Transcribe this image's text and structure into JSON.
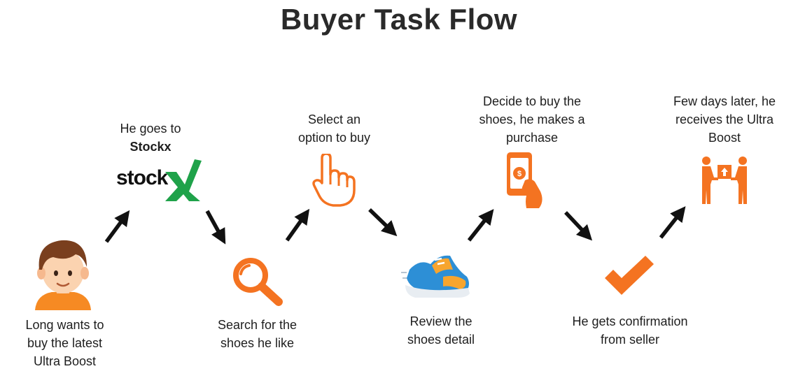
{
  "title": "Buyer Task Flow",
  "accent_color": "#f47321",
  "stockx_green": "#1fa24a",
  "steps": [
    {
      "lines": [
        "Long wants to",
        "buy the latest",
        "Ultra Boost"
      ],
      "icon": "person-avatar-icon"
    },
    {
      "lines": [
        "He goes to"
      ],
      "bold_line": "Stockx",
      "logo_text": "stock",
      "logo_mark": "X",
      "icon": "stockx-logo"
    },
    {
      "lines": [
        "Search for the",
        "shoes he like"
      ],
      "icon": "magnifier-icon"
    },
    {
      "lines": [
        "Select an",
        "option to buy"
      ],
      "icon": "pointing-hand-icon"
    },
    {
      "lines": [
        "Review the",
        "shoes detail"
      ],
      "icon": "sneaker-icon"
    },
    {
      "lines": [
        "Decide to buy the",
        "shoes, he makes a",
        "purchase"
      ],
      "icon": "phone-payment-icon"
    },
    {
      "lines": [
        "He gets confirmation",
        "from seller"
      ],
      "icon": "checkmark-icon"
    },
    {
      "lines": [
        "Few days later, he",
        "receives the Ultra",
        "Boost"
      ],
      "icon": "package-delivery-icon"
    }
  ]
}
